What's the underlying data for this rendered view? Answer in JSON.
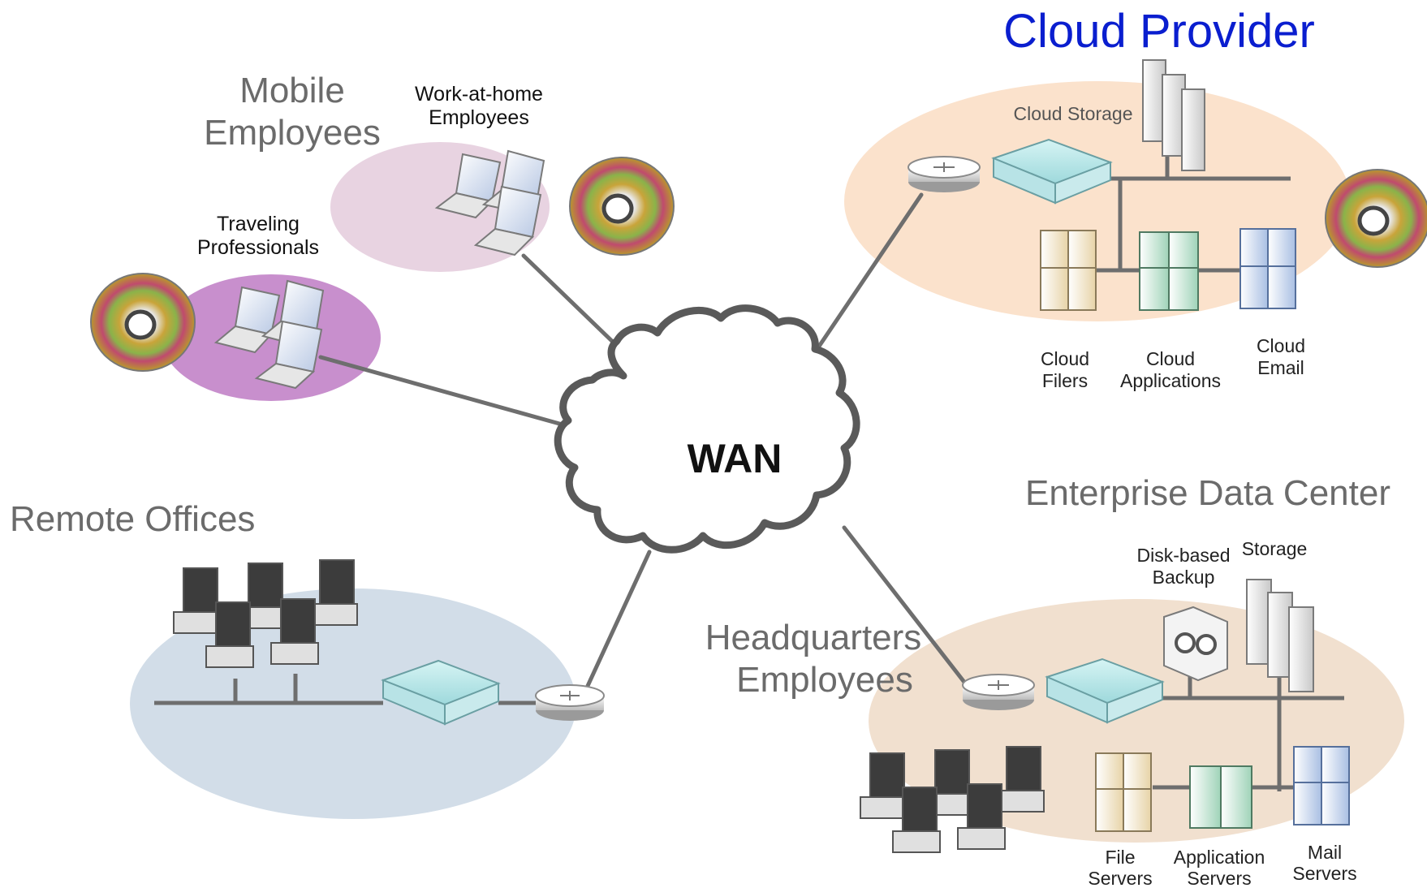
{
  "center": {
    "label": "WAN"
  },
  "mobile": {
    "title_line1": "Mobile",
    "title_line2": "Employees",
    "work_at_home_line1": "Work-at-home",
    "work_at_home_line2": "Employees",
    "traveling_line1": "Traveling",
    "traveling_line2": "Professionals"
  },
  "cloud": {
    "title": "Cloud Provider",
    "storage_label": "Cloud Storage",
    "filers_line1": "Cloud",
    "filers_line2": "Filers",
    "apps_line1": "Cloud",
    "apps_line2": "Applications",
    "email_line1": "Cloud",
    "email_line2": "Email"
  },
  "remote": {
    "title": "Remote Offices"
  },
  "hq": {
    "title_line1": "Headquarters",
    "title_line2": "Employees"
  },
  "datacenter": {
    "title": "Enterprise Data Center",
    "backup_line1": "Disk-based",
    "backup_line2": "Backup",
    "storage_label": "Storage",
    "file_line1": "File",
    "file_line2": "Servers",
    "app_line1": "Application",
    "app_line2": "Servers",
    "mail_line1": "Mail",
    "mail_line2": "Servers"
  },
  "colors": {
    "cloud_title": "#0a1ecf",
    "grey_title": "#6b6b6b",
    "work_home_ellipse": "#e8d3e1",
    "traveling_ellipse": "#c88fcd",
    "cloud_ellipse": "#fbe2cc",
    "remote_ellipse": "#d2dde8",
    "datacenter_ellipse": "#f1e0cf",
    "link": "#6e6e6e"
  }
}
